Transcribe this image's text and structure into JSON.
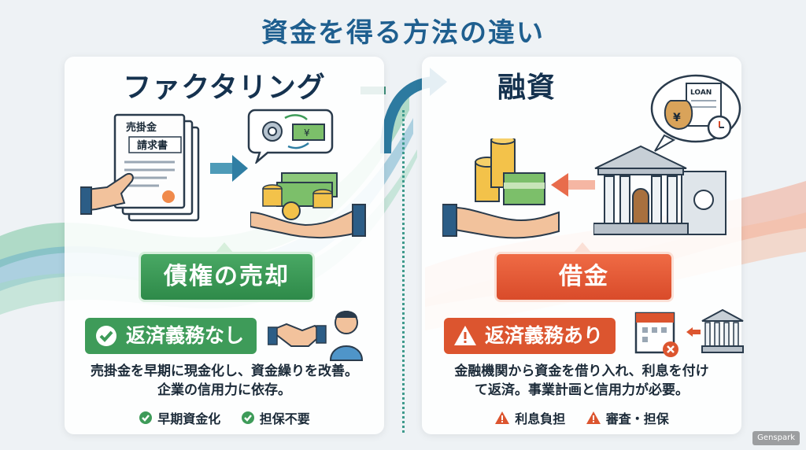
{
  "title": "資金を得る方法の違い",
  "left": {
    "heading": "ファクタリング",
    "doc_tab": "売掛金",
    "doc_title": "請求書",
    "main_badge": "債権の売却",
    "sub_badge": "返済義務なし",
    "desc_line1": "売掛金を早期に現金化し、資金繰りを改善。",
    "desc_line2": "企業の信用力に依存。",
    "tags": [
      "早期資金化",
      "担保不要"
    ],
    "accent": "#3e9b59"
  },
  "right": {
    "heading": "融資",
    "loan_label": "LOAN",
    "main_badge": "借金",
    "sub_badge": "返済義務あり",
    "desc_line1": "金融機関から資金を借り入れ、利息を付け",
    "desc_line2": "て返済。事業計画と信用力が必要。",
    "tags": [
      "利息負担",
      "審査・担保"
    ],
    "accent": "#dc552f"
  },
  "watermark": "Genspark"
}
